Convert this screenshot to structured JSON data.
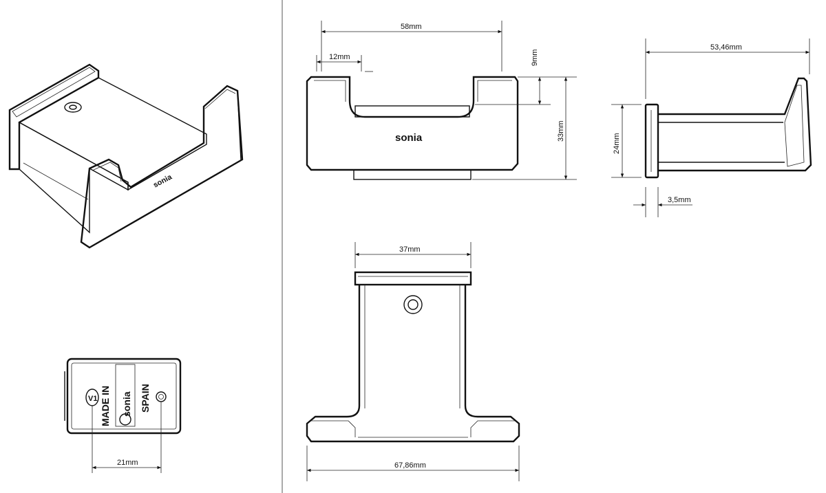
{
  "brand": "sonia",
  "divider_color": "#555555",
  "line_color": "#111111",
  "views": {
    "isometric": {
      "logo": "sonia"
    },
    "front": {
      "logo": "sonia",
      "dims": {
        "width": "58mm",
        "lip": "12mm",
        "notch_depth": "9mm",
        "height": "33mm"
      }
    },
    "side": {
      "dims": {
        "depth": "53,46mm",
        "plate_height": "24mm",
        "plate_thickness": "3,5mm"
      }
    },
    "top": {
      "dims": {
        "base_width": "37mm",
        "overall_width": "67,86mm"
      }
    },
    "back": {
      "labels": {
        "made_in": "MADE IN",
        "country": "SPAIN",
        "brand": "sonia",
        "marking": "V1"
      },
      "dims": {
        "hole_spacing": "21mm"
      }
    }
  }
}
